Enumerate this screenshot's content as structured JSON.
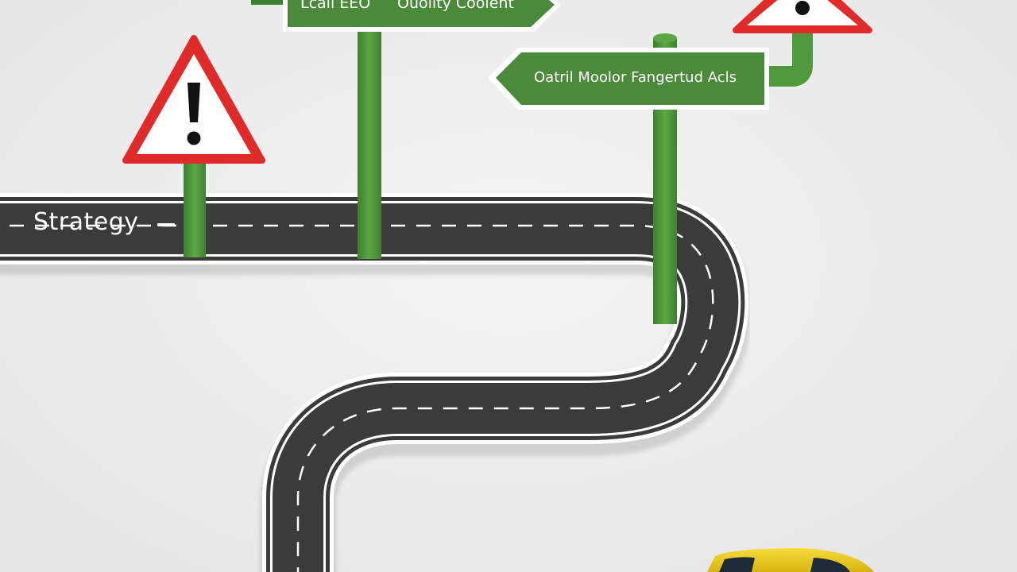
{
  "road": {
    "label": "Strategy"
  },
  "signs": {
    "top_left_text": "Lcall EEO",
    "top_right_text": "Ouolity Coolent",
    "middle_text": "Oatril Moolor Fangertud Acls"
  },
  "warnings": [
    {
      "icon": "warning-exclamation-icon"
    },
    {
      "icon": "warning-exclamation-icon"
    }
  ],
  "colors": {
    "background": "#ebebeb",
    "road": "#3a3a3a",
    "road_line": "#ffffff",
    "sign_green": "#4b8a3b",
    "pole_green": "#4e9a3c",
    "warning_red": "#e02b2b",
    "car_yellow": "#f0cf1e"
  }
}
